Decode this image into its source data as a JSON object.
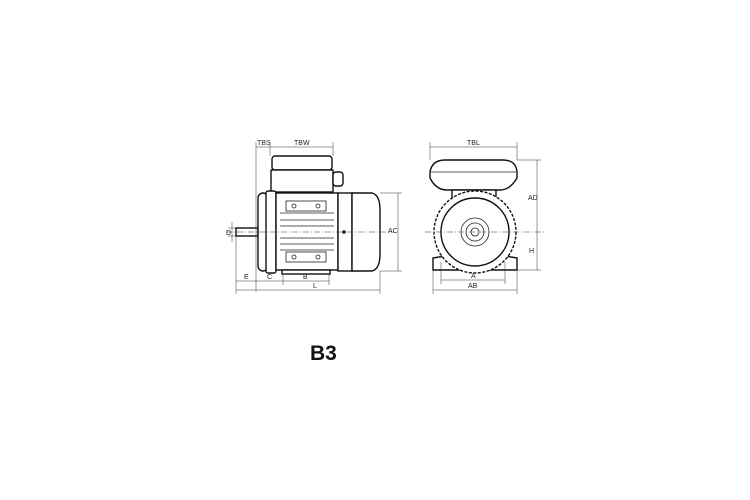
{
  "caption": "B3",
  "side_view": {
    "labels": {
      "tbs": "TBS",
      "tbw": "TBW",
      "d": "D",
      "ac": "AC",
      "e": "E",
      "c": "C",
      "b": "B",
      "l": "L"
    }
  },
  "front_view": {
    "labels": {
      "tbl": "TBL",
      "ad": "AD",
      "h": "H",
      "a": "A",
      "ab": "AB"
    }
  }
}
